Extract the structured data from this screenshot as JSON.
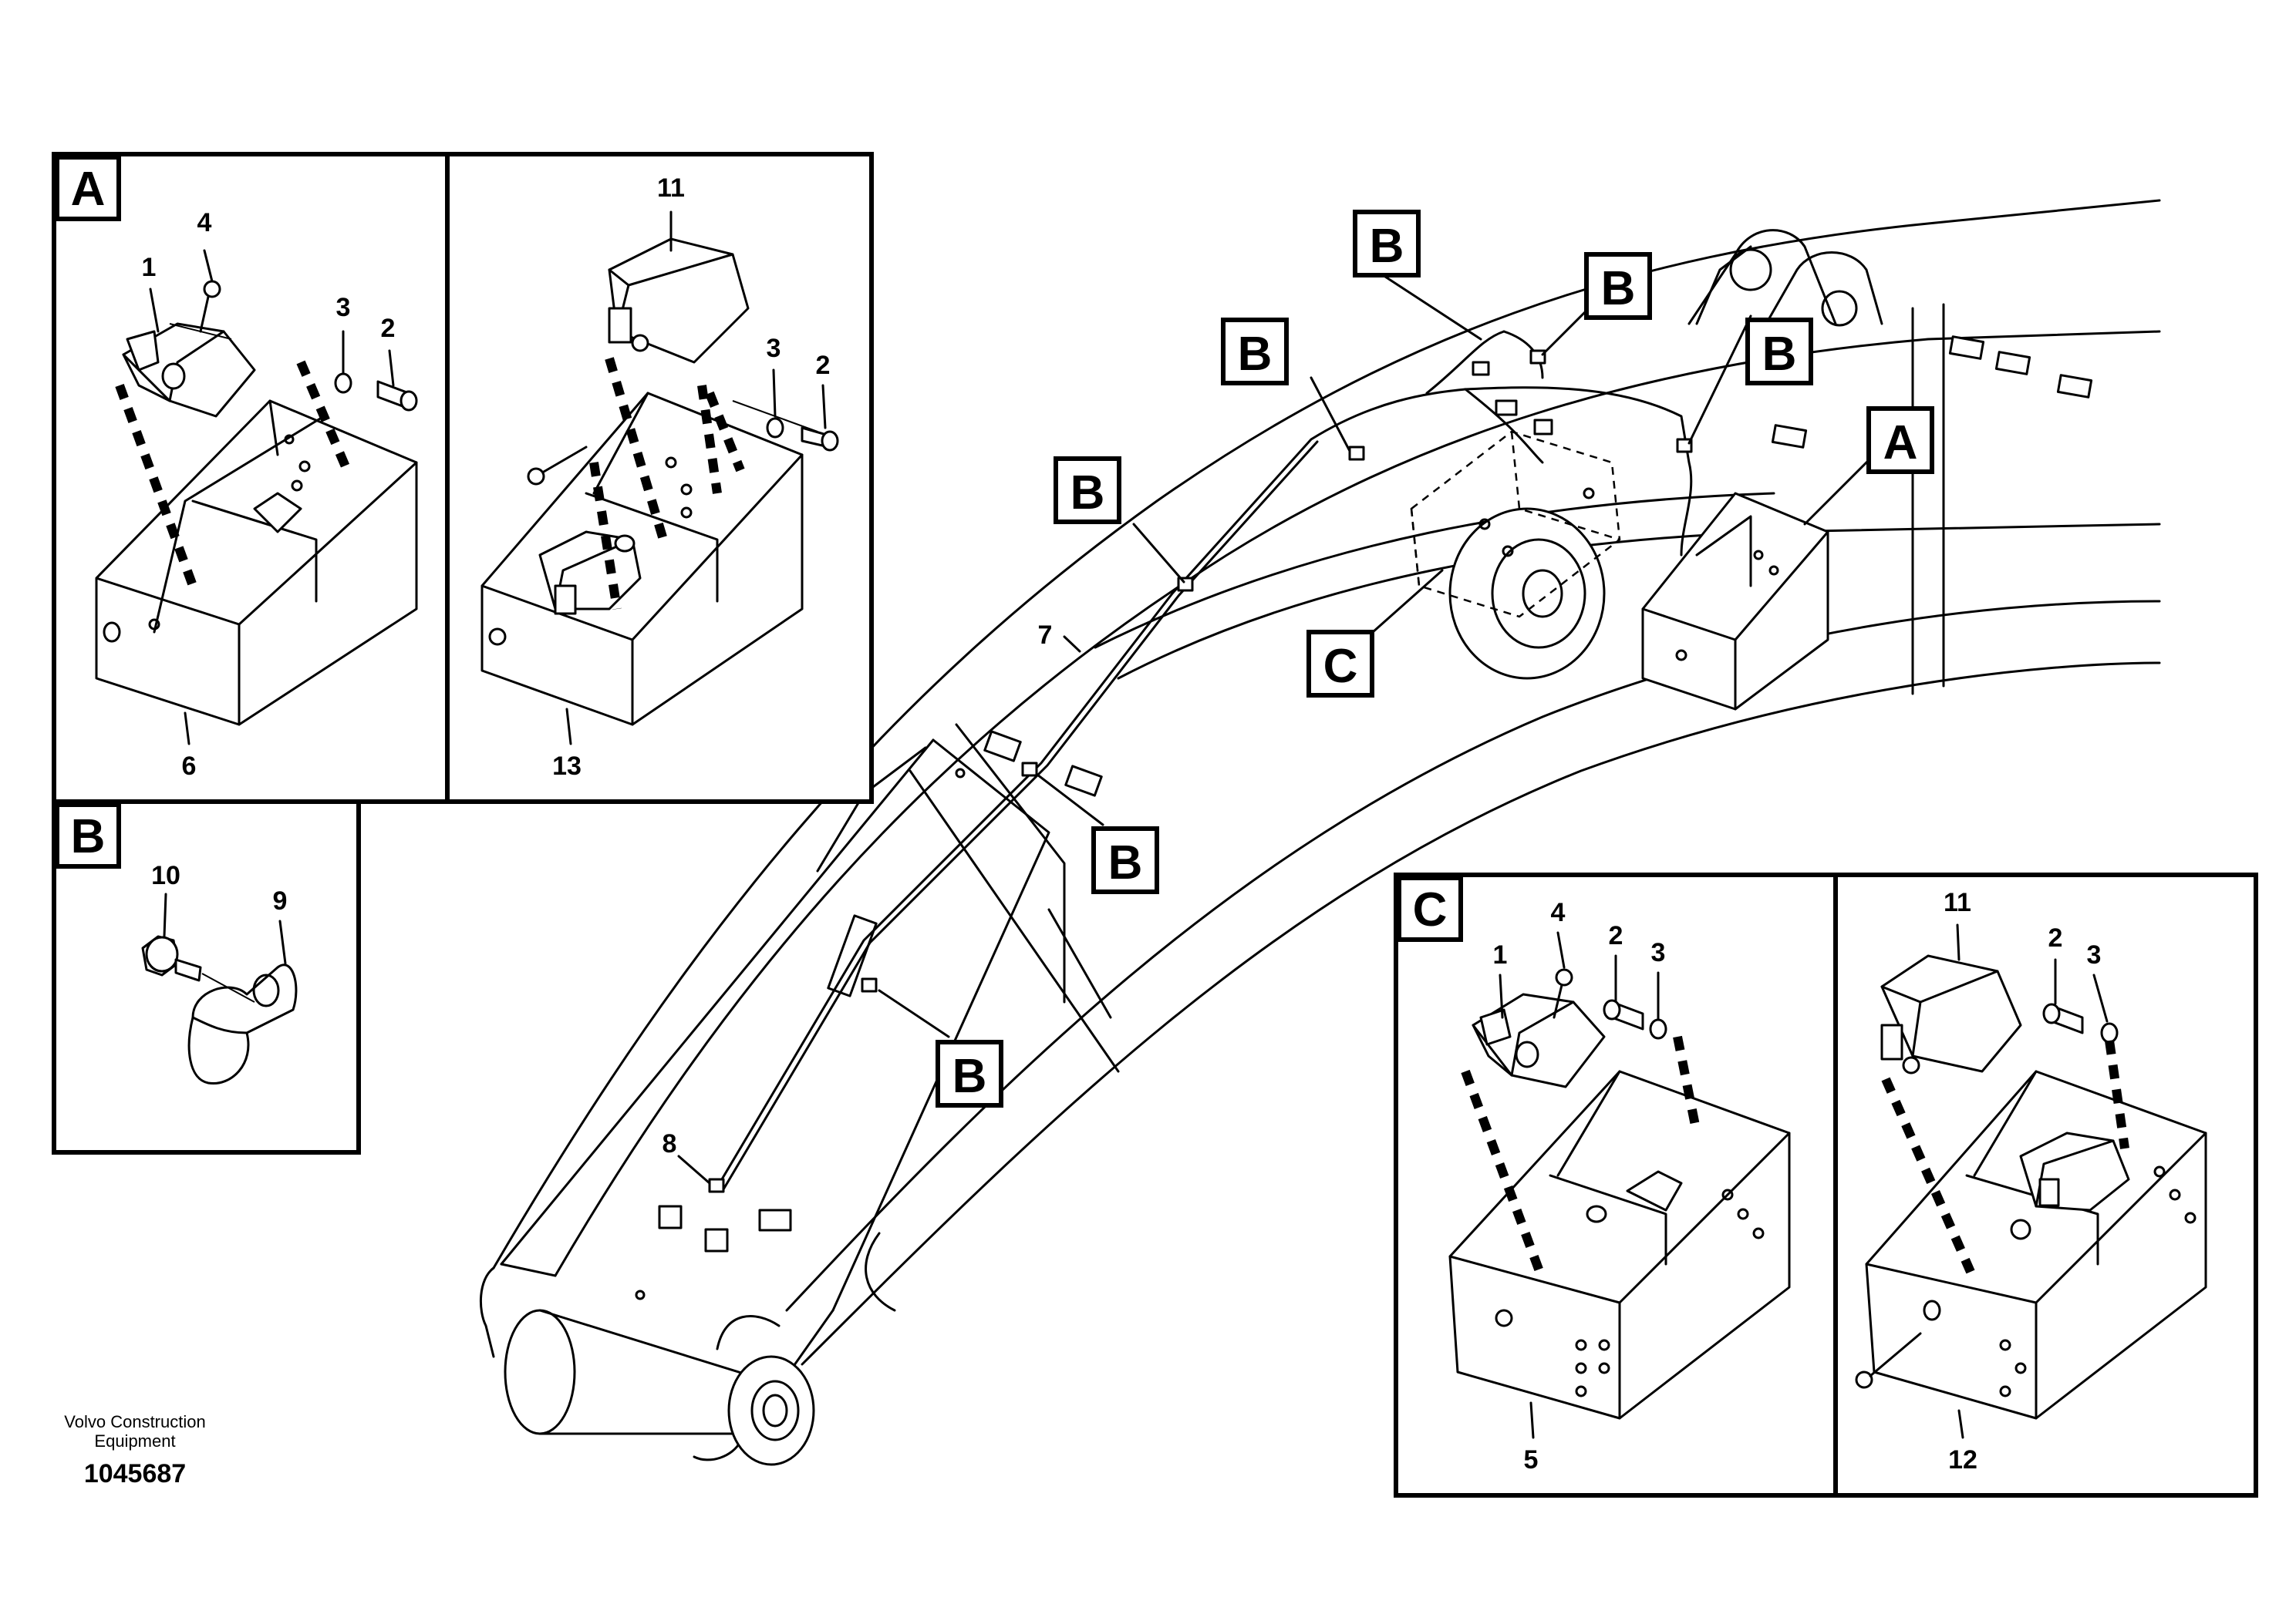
{
  "footer": {
    "company": "Volvo Construction",
    "company_line2": "Equipment",
    "drawing_number": "1045687"
  },
  "detail_A_left": {
    "tag": "A",
    "callouts": [
      "4",
      "1",
      "3",
      "2",
      "6"
    ]
  },
  "detail_A_right": {
    "callouts": [
      "11",
      "3",
      "2",
      "13"
    ]
  },
  "detail_B": {
    "tag": "B",
    "callouts": [
      "10",
      "9"
    ]
  },
  "detail_C_left": {
    "tag": "C",
    "callouts": [
      "4",
      "1",
      "2",
      "3",
      "5"
    ]
  },
  "detail_C_right": {
    "callouts": [
      "11",
      "2",
      "3",
      "12"
    ]
  },
  "main_view": {
    "refs": [
      "B",
      "B",
      "B",
      "A",
      "B",
      "C",
      "B",
      "B"
    ],
    "callouts": [
      "7",
      "8"
    ]
  }
}
